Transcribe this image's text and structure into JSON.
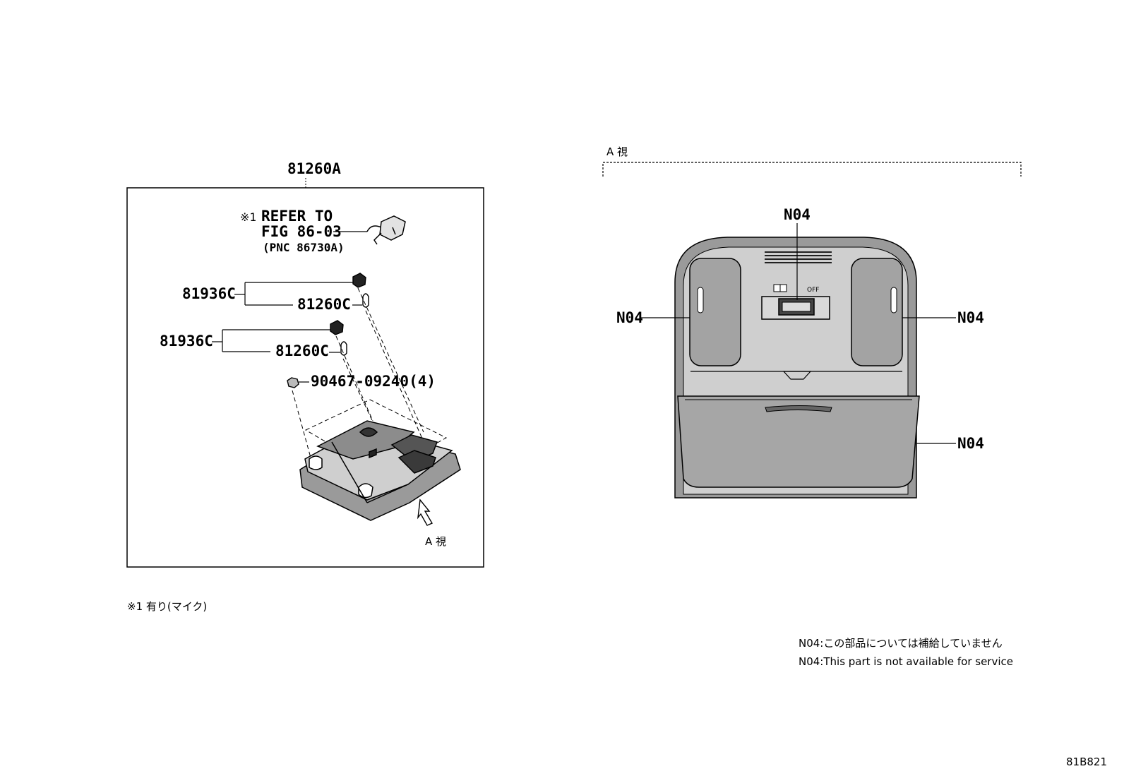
{
  "diagram_number": "81B821",
  "left_panel": {
    "assembly_part": "81260A",
    "reference_mark": "※1",
    "reference_line1": "REFER TO",
    "reference_line2": "FIG 86-03",
    "reference_line3": "(PNC 86730A)",
    "group1_parent": "81936C",
    "group1_child": "81260C",
    "group2_parent": "81936C",
    "group2_child": "81260C",
    "screw_part": "90467-09240(4)",
    "view_marker": "A 視"
  },
  "right_panel": {
    "view_title": "A 視",
    "callout_top": "N04",
    "callout_left": "N04",
    "callout_right": "N04",
    "callout_lower": "N04",
    "switch_off_label": "OFF"
  },
  "footnote": "※1 有り(マイク)",
  "notes": [
    "N04:この部品については補給していません",
    "N04:This part is not available for service"
  ]
}
